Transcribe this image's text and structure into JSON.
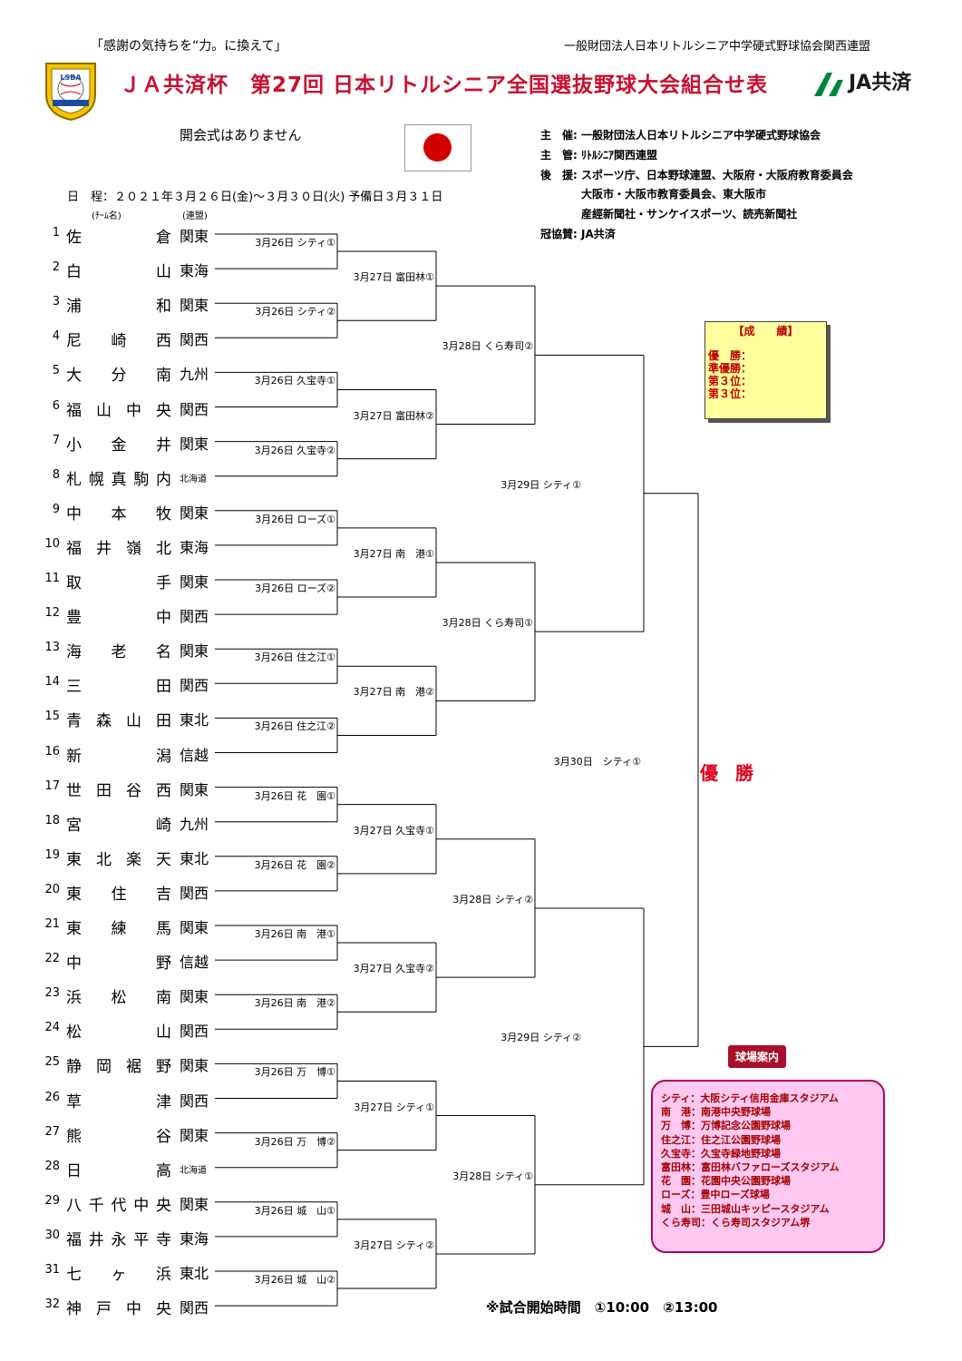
{
  "header": {
    "slogan": "「感謝の気持ちを“力。に換えて」",
    "organizer_top": "一般財団法人日本リトルシニア中学硬式野球協会関西連盟",
    "title": "ＪＡ共済杯　第27回 日本リトルシニア全国選抜野球大会組合せ表",
    "logo_text": "LSBA",
    "ja_logo": "JA共済"
  },
  "info": {
    "opening": "開会式はありません",
    "organizers": [
      {
        "label": "主　催:",
        "value": "一般財団法人日本リトルシニア中学硬式野球協会"
      },
      {
        "label": "主　管:",
        "value": "ﾘﾄﾙｼﾆｱ関西連盟"
      },
      {
        "label": "後　援:",
        "value": "スポーツ庁、日本野球連盟、大阪府・大阪府教育委員会"
      },
      {
        "label": "",
        "value": "大阪市・大阪市教育委員会、東大阪市"
      },
      {
        "label": "",
        "value": "産經新聞社・サンケイスポーツ、読売新聞社"
      },
      {
        "label": "冠協賛:",
        "value": "JA共済"
      }
    ],
    "schedule": "日　程：２０２１年３月２６日(金)～３月３０日(火)  予備日３月３１日",
    "header_team": "(ﾁｰﾑ名)",
    "header_league": "(連盟)"
  },
  "teams": [
    {
      "num": "1",
      "name": "佐倉",
      "league": "関東"
    },
    {
      "num": "2",
      "name": "白山",
      "league": "東海"
    },
    {
      "num": "3",
      "name": "浦和",
      "league": "関東"
    },
    {
      "num": "4",
      "name": "尼崎西",
      "league": "関西"
    },
    {
      "num": "5",
      "name": "大分南",
      "league": "九州"
    },
    {
      "num": "6",
      "name": "福山中央",
      "league": "関西"
    },
    {
      "num": "7",
      "name": "小金井",
      "league": "関東"
    },
    {
      "num": "8",
      "name": "札幌真駒内",
      "league": "北海道"
    },
    {
      "num": "9",
      "name": "中本牧",
      "league": "関東"
    },
    {
      "num": "10",
      "name": "福井嶺北",
      "league": "東海"
    },
    {
      "num": "11",
      "name": "取手",
      "league": "関東"
    },
    {
      "num": "12",
      "name": "豊中",
      "league": "関西"
    },
    {
      "num": "13",
      "name": "海老名",
      "league": "関東"
    },
    {
      "num": "14",
      "name": "三田",
      "league": "関西"
    },
    {
      "num": "15",
      "name": "青森山田",
      "league": "東北"
    },
    {
      "num": "16",
      "name": "新潟",
      "league": "信越"
    },
    {
      "num": "17",
      "name": "世田谷西",
      "league": "関東"
    },
    {
      "num": "18",
      "name": "宮崎",
      "league": "九州"
    },
    {
      "num": "19",
      "name": "東北楽天",
      "league": "東北"
    },
    {
      "num": "20",
      "name": "東住吉",
      "league": "関西"
    },
    {
      "num": "21",
      "name": "東練馬",
      "league": "関東"
    },
    {
      "num": "22",
      "name": "中野",
      "league": "信越"
    },
    {
      "num": "23",
      "name": "浜松南",
      "league": "関東"
    },
    {
      "num": "24",
      "name": "松山",
      "league": "関西"
    },
    {
      "num": "25",
      "name": "静岡裾野",
      "league": "関東"
    },
    {
      "num": "26",
      "name": "草津",
      "league": "関西"
    },
    {
      "num": "27",
      "name": "熊谷",
      "league": "関東"
    },
    {
      "num": "28",
      "name": "日高",
      "league": "北海道"
    },
    {
      "num": "29",
      "name": "八千代中央",
      "league": "関東"
    },
    {
      "num": "30",
      "name": "福井永平寺",
      "league": "東海"
    },
    {
      "num": "31",
      "name": "七ヶ浜",
      "league": "東北"
    },
    {
      "num": "32",
      "name": "神戸中央",
      "league": "関西"
    }
  ],
  "rounds": [
    [
      "3月26日 シティ①",
      "3月26日 シティ②",
      "3月26日 久宝寺①",
      "3月26日 久宝寺②",
      "3月26日 ローズ①",
      "3月26日 ローズ②",
      "3月26日 住之江①",
      "3月26日 住之江②",
      "3月26日 花　園①",
      "3月26日 花　園②",
      "3月26日 南　港①",
      "3月26日 南　港②",
      "3月26日 万　博①",
      "3月26日 万　博②",
      "3月26日 城　山①",
      "3月26日 城　山②"
    ],
    [
      "3月27日 富田林①",
      "3月27日 富田林②",
      "3月27日 南　港①",
      "3月27日 南　港②",
      "3月27日 久宝寺①",
      "3月27日 久宝寺②",
      "3月27日 シティ①",
      "3月27日 シティ②"
    ],
    [
      "3月28日 くら寿司②",
      "3月28日 くら寿司①",
      "3月28日 シティ②",
      "3月28日 シティ①"
    ],
    [
      "3月29日 シティ①",
      "3月29日 シティ②"
    ],
    [
      "3月30日　シティ①"
    ]
  ],
  "champion_label": "優 勝",
  "results": {
    "title": "【成　　績】",
    "items": [
      "優　勝：",
      "準優勝：",
      "第３位：",
      "第３位："
    ]
  },
  "venues": {
    "title": "球場案内",
    "items": [
      "シティ：大阪シティ信用金庫スタジアム",
      "南　港：南港中央野球場",
      "万　博：万博記念公園野球場",
      "住之江：住之江公園野球場",
      "久宝寺：久宝寺緑地野球場",
      "富田林：富田林バファローズスタジアム",
      "花　園：花園中央公園野球場",
      "ローズ：豊中ローズ球場",
      "城　山：三田城山キッピースタジアム",
      "くら寿司：くら寿司スタジアム堺"
    ]
  },
  "start_time": "※試合開始時間　①10:00　②13:00",
  "colors": {
    "title": "#c8102e",
    "champion": "#e0001b",
    "results_bg": "#ffff9e",
    "venue_bg": "#ffc8f0",
    "venue_border": "#b0005c",
    "flag_red": "#d40000",
    "ja_green": "#00843d"
  }
}
